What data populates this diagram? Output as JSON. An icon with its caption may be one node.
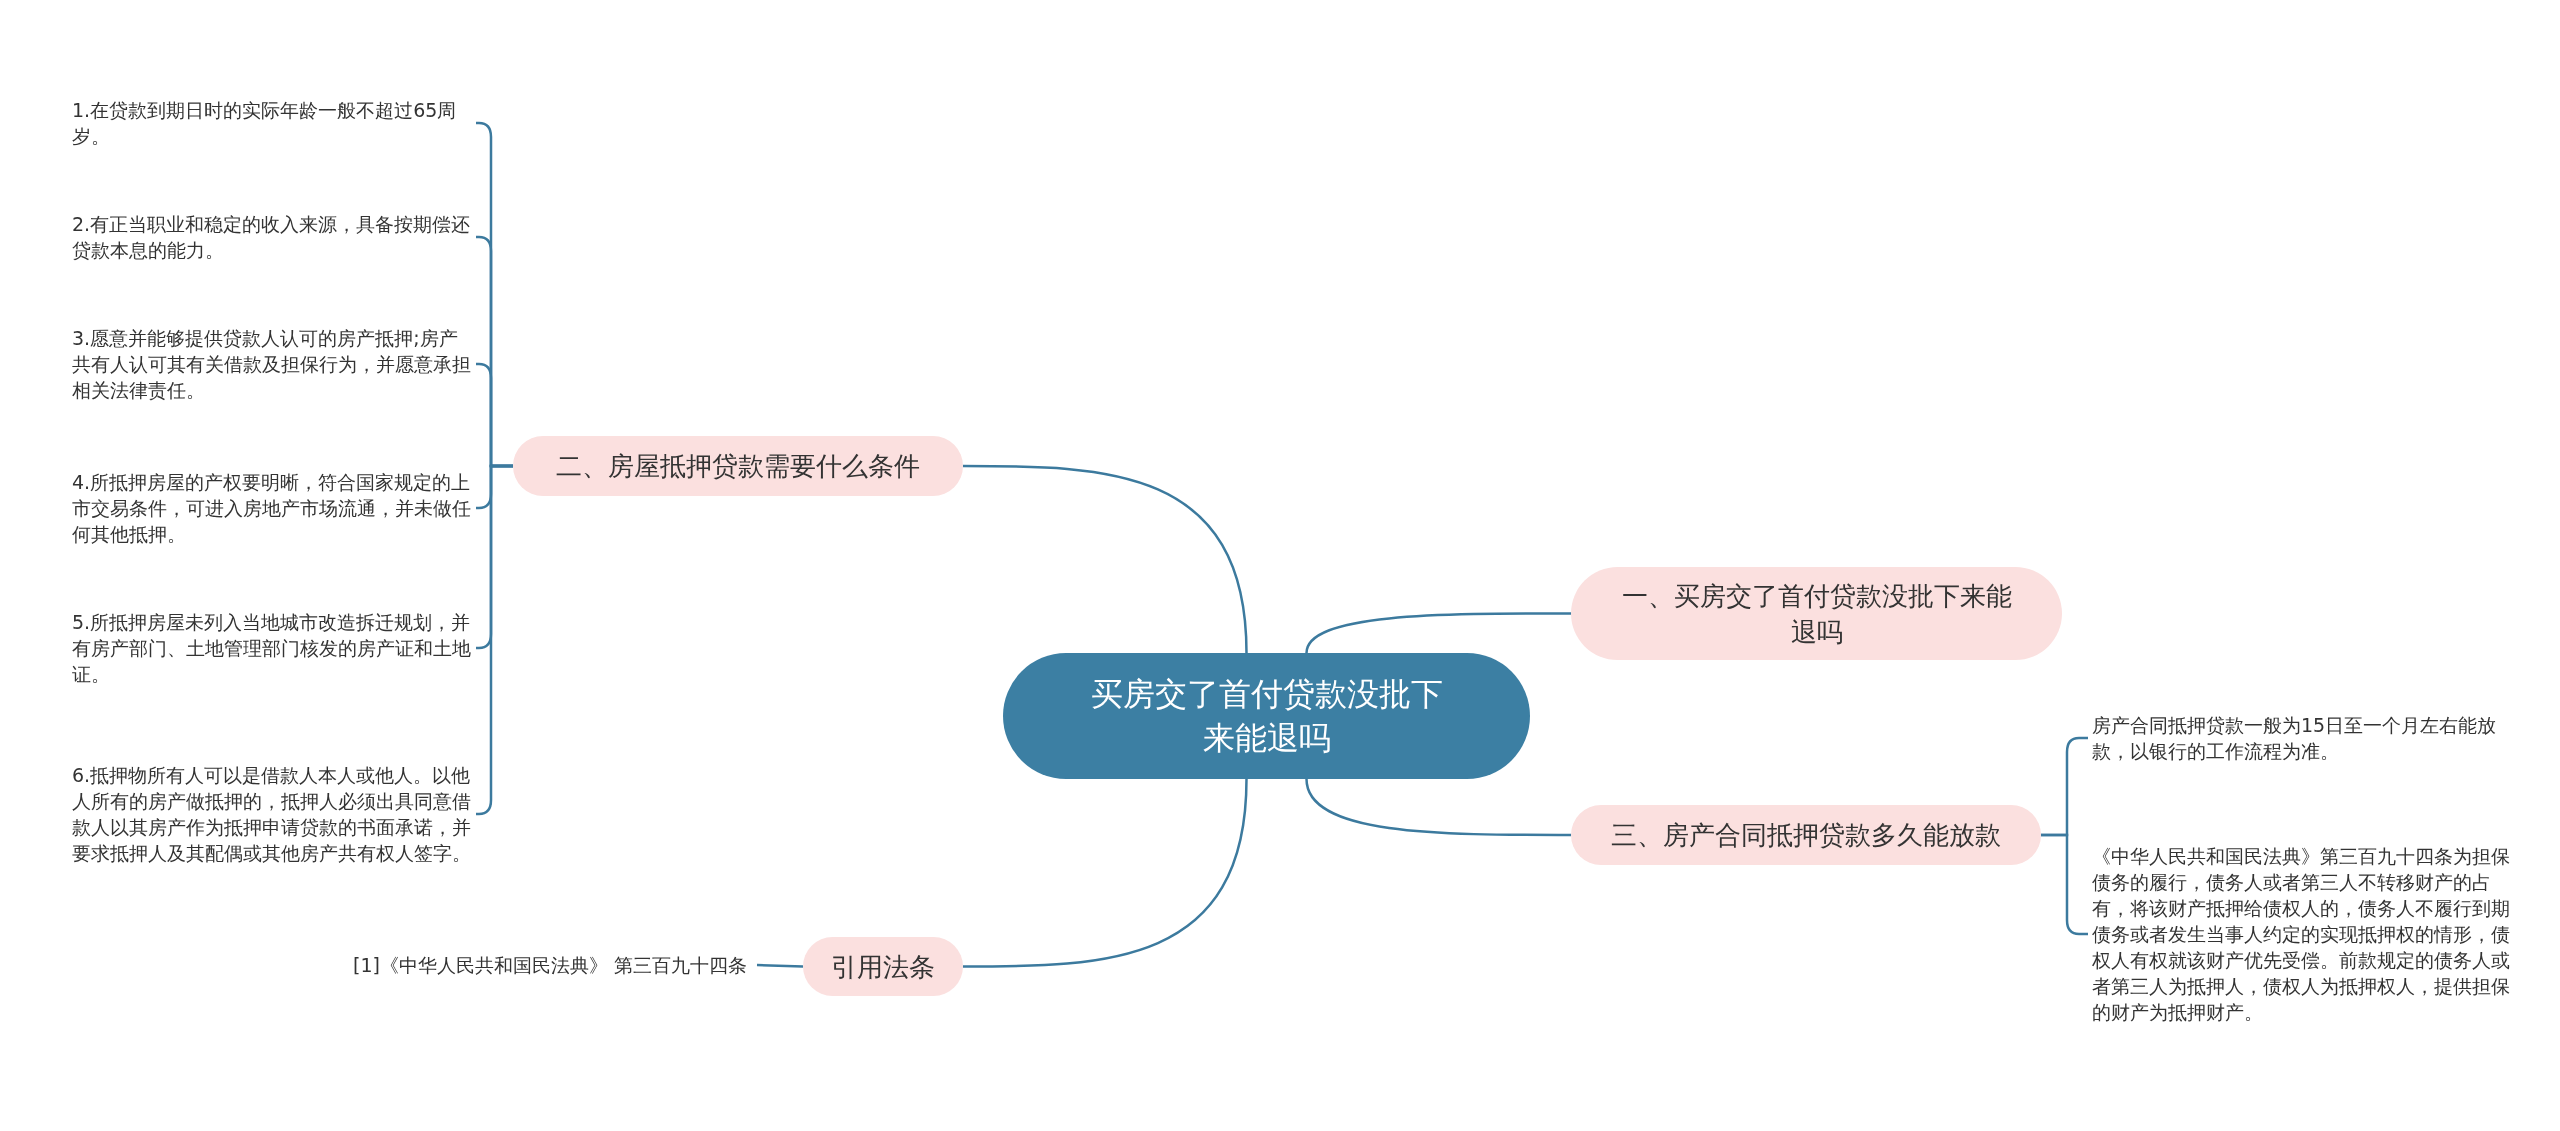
{
  "diagram": {
    "nodes": [
      {
        "text": [
          "买房交了首付贷款没批下来能退吗"
        ]
      },
      {
        "text": [
          "一、买房交了首付贷款没批下来能退吗"
        ]
      },
      {
        "text": [
          "三、房产合同抵押贷款多久能放款"
        ]
      },
      {
        "text": [
          "房产合同抵押贷款一般为15日至一个月左右能放款，以银行的工作流程为准。"
        ]
      },
      {
        "text": [
          "《中华人民共和国民法典》第三百九十四条为担保债务的履行，债务人或者第三人不转移财产的占有，将该财产抵押给债权人的，债务人不履行到期债务或者发生当事人约定的实现抵押权的情形，债权人有权就该财产优先受偿。前款规定的债务人或者第三人为抵押人，债权人为抵押权人，提供担保的财产为抵押财产。"
        ]
      },
      {
        "text": [
          "二、房屋抵押贷款需要什么条件"
        ]
      },
      {
        "text": [
          "1.在贷款到期日时的实际年龄一般不超过65周岁。"
        ]
      },
      {
        "text": [
          "2.有正当职业和稳定的收入来源，具备按期偿还贷款本息的能力。"
        ]
      },
      {
        "text": [
          "3.愿意并能够提供贷款人认可的房产抵押;房产共有人认可其有关借款及担保行为，并愿意承担相关法律责任。"
        ]
      },
      {
        "text": [
          "4.所抵押房屋的产权要明晰，符合国家规定的上市交易条件，可进入房地产市场流通，并未做任何其他抵押。"
        ]
      },
      {
        "text": [
          "5.所抵押房屋未列入当地城市改造拆迁规划，并有房产部门、土地管理部门核发的房产证和土地证。"
        ]
      },
      {
        "text": [
          "6.抵押物所有人可以是借款人本人或他人。以他人所有的房产做抵押的，抵押人必须出具同意借款人以其房产作为抵押申请贷款的书面承诺，并要求抵押人及其配偶或其他房产共有权人签字。"
        ]
      },
      {
        "text": [
          "引用法条"
        ]
      },
      {
        "text": [
          "[1]《中华人民共和国民法典》 第三百九十四条"
        ]
      }
    ],
    "edges": [
      {
        "from": 0,
        "to": 1,
        "arrow": "none"
      },
      {
        "from": 0,
        "to": 2,
        "arrow": "none"
      },
      {
        "from": 2,
        "to": 3,
        "arrow": "none"
      },
      {
        "from": 2,
        "to": 4,
        "arrow": "none"
      },
      {
        "from": 0,
        "to": 5,
        "arrow": "none"
      },
      {
        "from": 5,
        "to": 6,
        "arrow": "none"
      },
      {
        "from": 5,
        "to": 7,
        "arrow": "none"
      },
      {
        "from": 5,
        "to": 8,
        "arrow": "none"
      },
      {
        "from": 5,
        "to": 9,
        "arrow": "none"
      },
      {
        "from": 5,
        "to": 10,
        "arrow": "none"
      },
      {
        "from": 5,
        "to": 11,
        "arrow": "none"
      },
      {
        "from": 0,
        "to": 12,
        "arrow": "none"
      },
      {
        "from": 12,
        "to": 13,
        "arrow": "none"
      }
    ]
  }
}
